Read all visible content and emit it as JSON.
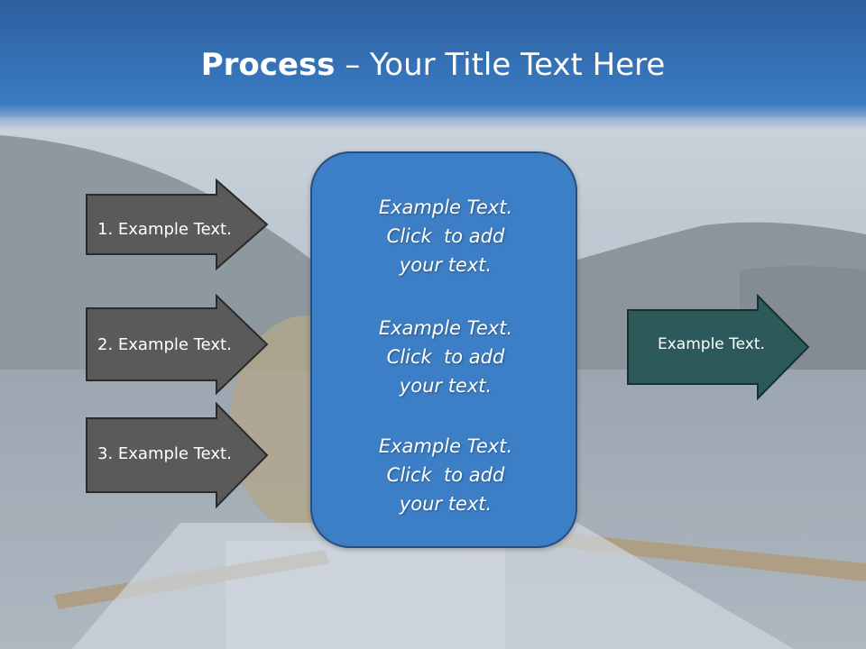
{
  "slide": {
    "title_bold": "Process",
    "title_rest": " – Your Title Text Here",
    "left_arrows": [
      {
        "label": "1. Example Text."
      },
      {
        "label": "2. Example Text."
      },
      {
        "label": "3. Example Text."
      }
    ],
    "center_box": {
      "paragraphs": [
        {
          "lines": [
            "Example Text.",
            "Click  to add",
            "your text."
          ]
        },
        {
          "lines": [
            "Example Text.",
            "Click  to add",
            "your text."
          ]
        },
        {
          "lines": [
            "Example Text.",
            "Click  to add",
            "your text."
          ]
        }
      ]
    },
    "right_arrow": {
      "label": "Example Text."
    }
  },
  "colors": {
    "header_blue": "#2f6fb8",
    "box_blue": "#3d7fc6",
    "arrow_gray": "#5a5a5a",
    "arrow_teal": "#2c5a5a"
  }
}
